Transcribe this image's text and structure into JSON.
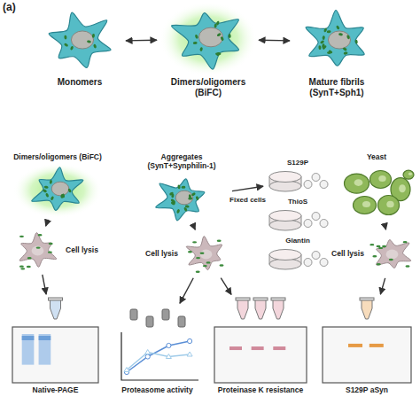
{
  "diagram": {
    "nodes": [
      {
        "text": [
          "Monomers"
        ]
      },
      {
        "text": [
          "Dimers/oligomers (BiFC)"
        ]
      },
      {
        "text": [
          "Mature fibrils (SynT+Sph1)"
        ]
      },
      {
        "text": [
          "Dimers/oligomers (BiFC)"
        ]
      },
      {
        "text": [
          "Aggregates (SynT+Synphilin-1)"
        ]
      },
      {
        "text": [
          "S129P"
        ]
      },
      {
        "text": [
          "ThioS"
        ]
      },
      {
        "text": [
          "Glantin"
        ]
      },
      {
        "text": [
          "Yeast"
        ]
      },
      {
        "text": [
          "Cell lysis"
        ]
      },
      {
        "text": [
          "Cell lysis"
        ]
      },
      {
        "text": [
          "Cell lysis"
        ]
      },
      {
        "text": [
          "Native-PAGE"
        ]
      },
      {
        "text": [
          "Proteasome activity"
        ]
      },
      {
        "text": [
          "Proteinase K resistance"
        ]
      },
      {
        "text": [
          "S129P aSyn"
        ]
      }
    ],
    "edges": [
      {
        "from": 0,
        "to": 1,
        "arrow": "both"
      },
      {
        "from": 1,
        "to": 2,
        "arrow": "both"
      },
      {
        "from": 3,
        "to": 9,
        "arrow": "to"
      },
      {
        "from": 9,
        "to": 12,
        "arrow": "to"
      },
      {
        "from": 4,
        "to": 5,
        "label": "Fixed cells",
        "arrow": "to"
      },
      {
        "from": 4,
        "to": 10,
        "arrow": "to"
      },
      {
        "from": 10,
        "to": 13,
        "arrow": "to"
      },
      {
        "from": 10,
        "to": 14,
        "arrow": "to"
      },
      {
        "from": 8,
        "to": 11,
        "arrow": "to"
      },
      {
        "from": 11,
        "to": 15,
        "arrow": "to"
      }
    ],
    "labels": [
      "(a)"
    ]
  }
}
